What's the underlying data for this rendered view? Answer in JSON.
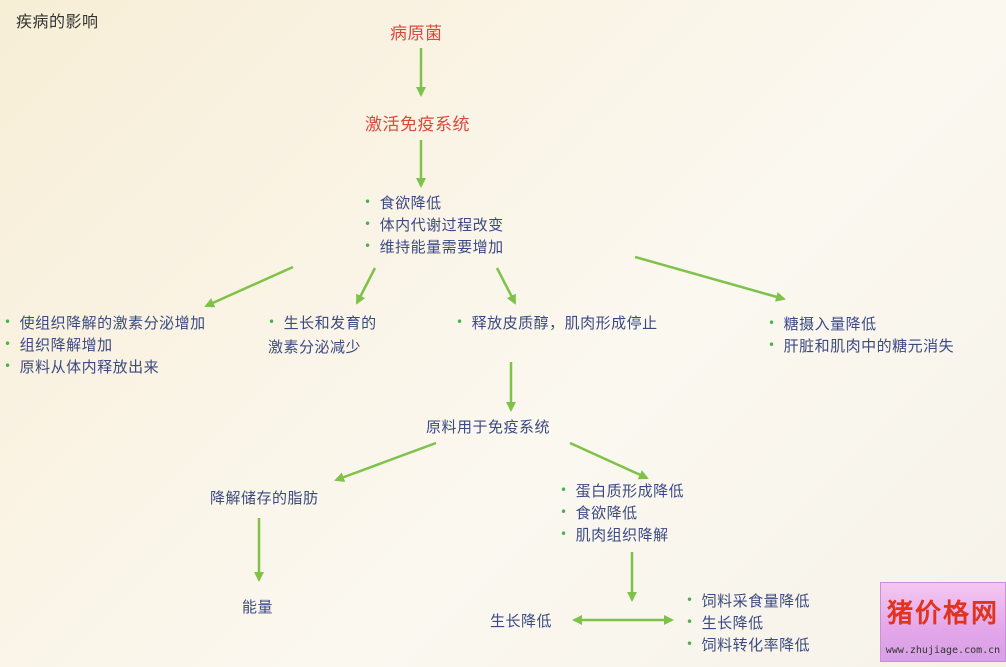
{
  "title": "疾病的影响",
  "nodes": {
    "pathogen": "病原菌",
    "activate_immune": "激活免疫系统",
    "effects": [
      "食欲降低",
      "体内代谢过程改变",
      "维持能量需要增加"
    ],
    "left_branch": [
      "使组织降解的激素分泌增加",
      "组织降解增加",
      "原料从体内释放出来"
    ],
    "growth_hormone_line1": "生长和发育的",
    "growth_hormone_line2": "激素分泌减少",
    "cortisol": "释放皮质醇，肌肉形成停止",
    "right_branch": [
      "糖摄入量降低",
      "肝脏和肌肉中的糖元消失"
    ],
    "raw_to_immune": "原料用于免疫系统",
    "fat_degrade": "降解储存的脂肪",
    "energy": "能量",
    "protein_branch": [
      "蛋白质形成降低",
      "食欲降低",
      "肌肉组织降解"
    ],
    "growth_decrease": "生长降低",
    "feed_branch": [
      "饲料采食量降低",
      "生长降低",
      "饲料转化率降低"
    ]
  },
  "logo": {
    "text": "猪价格网",
    "url": "www.zhujiage.com.cn"
  },
  "colors": {
    "arrow": "#7fc24a",
    "text": "#3b4a82",
    "highlight": "#d94a3c"
  }
}
